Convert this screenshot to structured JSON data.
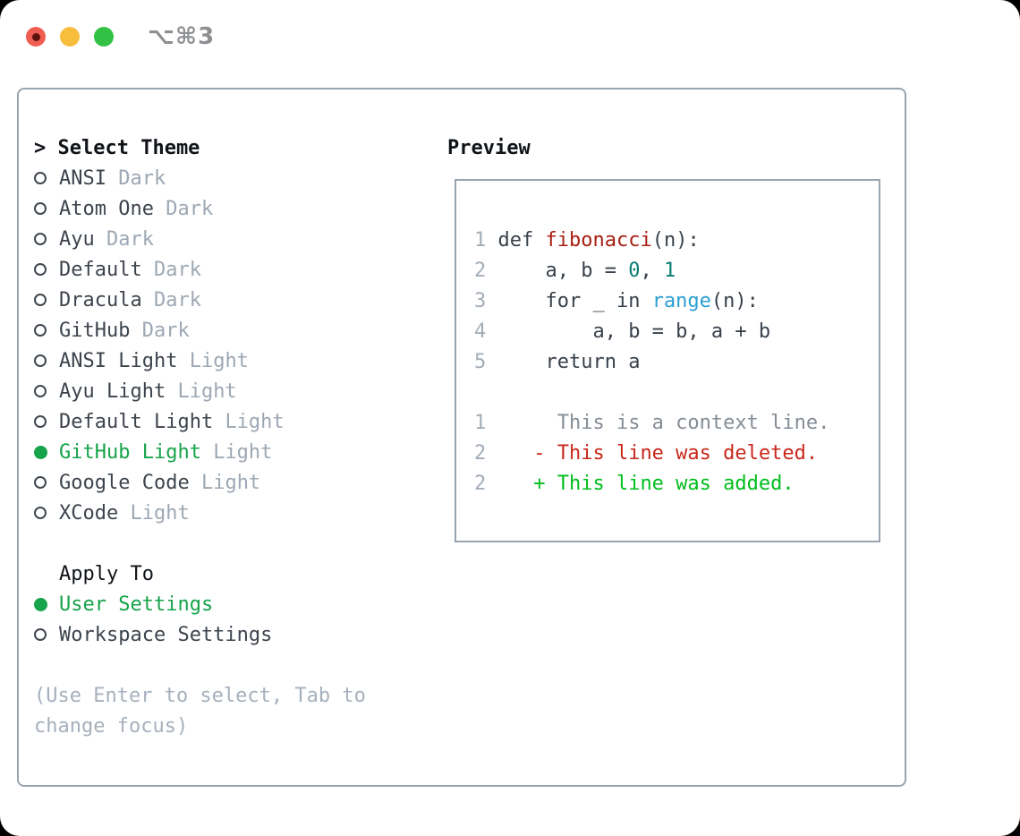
{
  "window": {
    "shortcut_label": "⌥⌘3",
    "traffic_lights": [
      "close",
      "minimize",
      "zoom"
    ]
  },
  "colors": {
    "accent_green": "#16a34a",
    "added_green": "#00bd1d",
    "deleted_red": "#c9271b",
    "function_red": "#a81f12",
    "number_teal": "#0b7d74",
    "builtin_blue": "#2b9fd3",
    "panel_border_gray": "#9aa4b0",
    "traffic_red": "#f05e52",
    "traffic_yellow": "#f6be3c",
    "traffic_green": "#32c144"
  },
  "left_panel": {
    "header": "> Select Theme",
    "themes": [
      {
        "name": "ANSI",
        "tag": "Dark",
        "selected": false
      },
      {
        "name": "Atom One",
        "tag": "Dark",
        "selected": false
      },
      {
        "name": "Ayu",
        "tag": "Dark",
        "selected": false
      },
      {
        "name": "Default",
        "tag": "Dark",
        "selected": false
      },
      {
        "name": "Dracula",
        "tag": "Dark",
        "selected": false
      },
      {
        "name": "GitHub",
        "tag": "Dark",
        "selected": false
      },
      {
        "name": "ANSI Light",
        "tag": "Light",
        "selected": false
      },
      {
        "name": "Ayu Light",
        "tag": "Light",
        "selected": false
      },
      {
        "name": "Default Light",
        "tag": "Light",
        "selected": false
      },
      {
        "name": "GitHub Light",
        "tag": "Light",
        "selected": true
      },
      {
        "name": "Google Code",
        "tag": "Light",
        "selected": false
      },
      {
        "name": "XCode",
        "tag": "Light",
        "selected": false
      }
    ],
    "apply_to": {
      "header": "Apply To",
      "options": [
        {
          "name": "User Settings",
          "selected": true
        },
        {
          "name": "Workspace Settings",
          "selected": false
        }
      ]
    },
    "hint_lines": [
      "(Use Enter to select, Tab to",
      "change focus)"
    ]
  },
  "preview": {
    "header": "Preview",
    "code_lines": [
      {
        "tokens": [
          {
            "text": "1 ",
            "style": "linenum"
          },
          {
            "text": "def ",
            "style": "code"
          },
          {
            "text": "fibonacci",
            "style": "function"
          },
          {
            "text": "(n):",
            "style": "code"
          }
        ]
      },
      {
        "tokens": [
          {
            "text": "2 ",
            "style": "linenum"
          },
          {
            "text": "    a, b = ",
            "style": "code"
          },
          {
            "text": "0",
            "style": "number"
          },
          {
            "text": ", ",
            "style": "code"
          },
          {
            "text": "1",
            "style": "number"
          }
        ]
      },
      {
        "tokens": [
          {
            "text": "3 ",
            "style": "linenum"
          },
          {
            "text": "    for _ in ",
            "style": "code"
          },
          {
            "text": "range",
            "style": "builtin"
          },
          {
            "text": "(n):",
            "style": "code"
          }
        ]
      },
      {
        "tokens": [
          {
            "text": "4 ",
            "style": "linenum"
          },
          {
            "text": "        a, b = b, a + b",
            "style": "code"
          }
        ]
      },
      {
        "tokens": [
          {
            "text": "5 ",
            "style": "linenum"
          },
          {
            "text": "    return a",
            "style": "code"
          }
        ]
      },
      {
        "tokens": []
      },
      {
        "tokens": [
          {
            "text": "1 ",
            "style": "linenum"
          },
          {
            "text": "     This is a context line.",
            "style": "context"
          }
        ]
      },
      {
        "tokens": [
          {
            "text": "2 ",
            "style": "linenum"
          },
          {
            "text": "   - This line was deleted.",
            "style": "deleted"
          }
        ]
      },
      {
        "tokens": [
          {
            "text": "2 ",
            "style": "linenum"
          },
          {
            "text": "   + This line was added.",
            "style": "added"
          }
        ]
      }
    ]
  }
}
